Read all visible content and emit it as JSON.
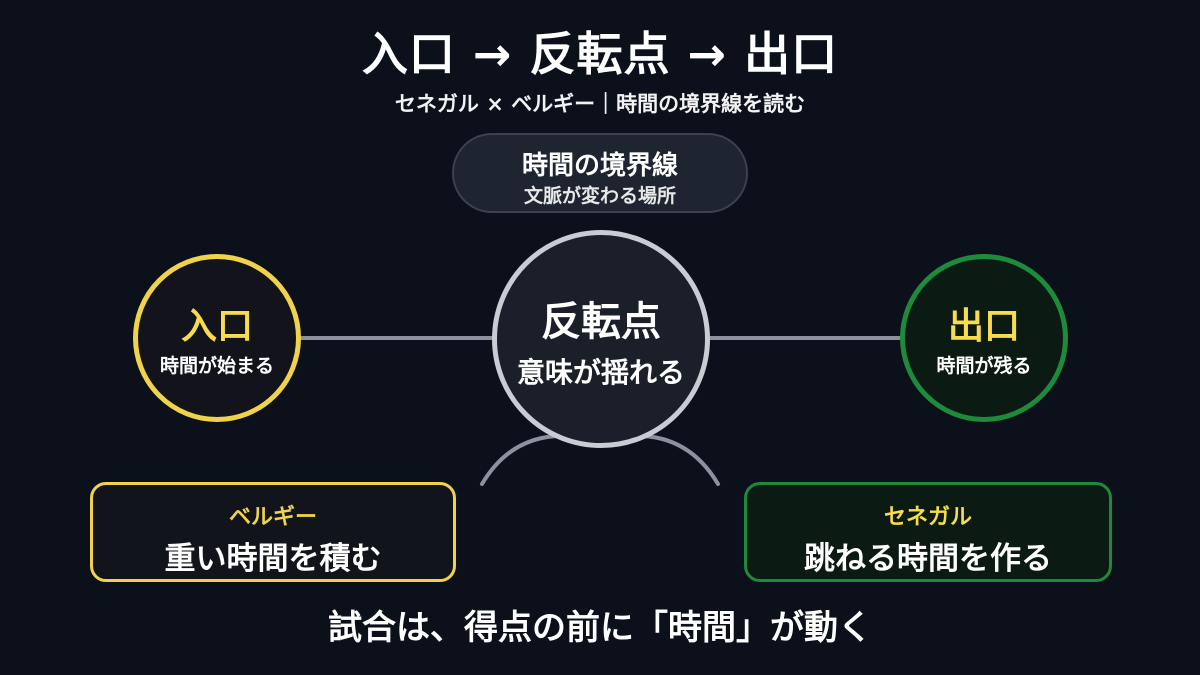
{
  "title": "入口 → 反転点 → 出口",
  "subtitle": "セネガル × ベルギー｜時間の境界線を読む",
  "border_label": {
    "title": "時間の境界線",
    "subtitle": "文脈が変わる場所"
  },
  "nodes": {
    "entry": {
      "title": "入口",
      "subtitle": "時間が始まる"
    },
    "turn": {
      "title": "反転点",
      "subtitle": "意味が揺れる"
    },
    "exit": {
      "title": "出口",
      "subtitle": "時間が残る"
    }
  },
  "teams": {
    "belgium": {
      "name": "ベルギー",
      "desc": "重い時間を積む"
    },
    "senegal": {
      "name": "セネガル",
      "desc": "跳ねる時間を作る"
    }
  },
  "footer": "試合は、得点の前に「時間」が動く",
  "colors": {
    "background": "#0b101b",
    "yellow": "#f0d34a",
    "green": "#1d8a3c",
    "line": "#8b929d"
  }
}
